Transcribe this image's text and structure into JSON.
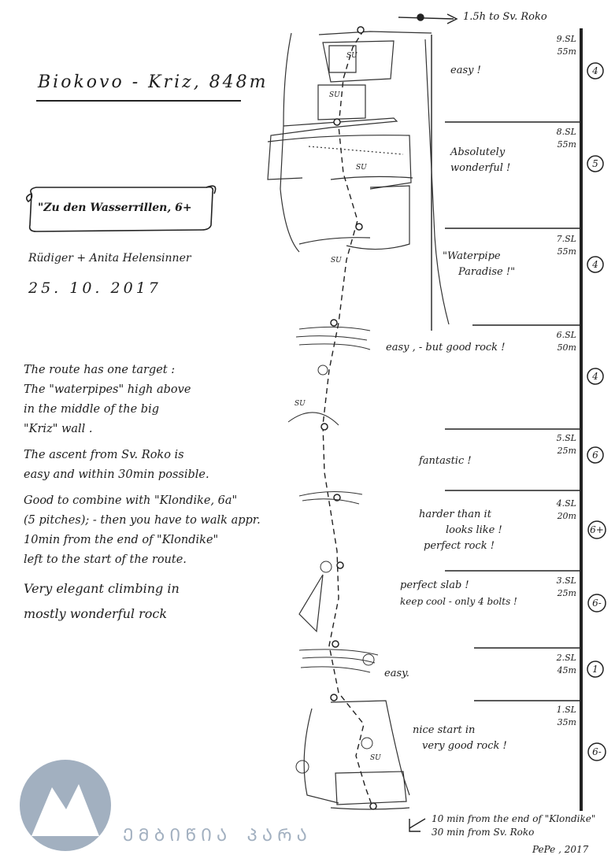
{
  "title": "Biokovo - Kriz, 848m",
  "route_name": "\"Zu den Wasserrillen, 6+",
  "authors": "Rüdiger + Anita Helensinner",
  "date": "25. 10. 2017",
  "description": [
    "The route has one target :",
    "The \"waterpipes\" high above",
    "in the middle of the big",
    "\"Kriz\" wall .",
    "The ascent from Sv. Roko is",
    "easy and within 30min possible.",
    "Good to combine with \"Klondike, 6a\"",
    "(5 pitches); - then you have to walk appr.",
    "10min from the end of \"Klondike\"",
    "left to the start of the route.",
    "Very elegant climbing in",
    "mostly wonderful rock"
  ],
  "top_note": "1.5h to Sv. Roko",
  "pitches": [
    {
      "label": "9.SL",
      "length": "55m",
      "grade": "4",
      "comment": [
        "easy !"
      ]
    },
    {
      "label": "8.SL",
      "length": "55m",
      "grade": "5",
      "comment": [
        "Absolutely",
        "wonderful !"
      ]
    },
    {
      "label": "7.SL",
      "length": "55m",
      "grade": "4",
      "comment": [
        "\"Waterpipe",
        "Paradise !\""
      ]
    },
    {
      "label": "6.SL",
      "length": "50m",
      "grade": "4",
      "comment": [
        "easy , - but good rock !"
      ]
    },
    {
      "label": "5.SL",
      "length": "25m",
      "grade": "6",
      "comment": [
        "fantastic !"
      ]
    },
    {
      "label": "4.SL",
      "length": "20m",
      "grade": "6+",
      "comment": [
        "harder than it",
        "looks like !",
        "perfect rock !"
      ]
    },
    {
      "label": "3.SL",
      "length": "25m",
      "grade": "6-",
      "comment": [
        "perfect slab !",
        "keep cool - only 4 bolts !"
      ]
    },
    {
      "label": "2.SL",
      "length": "45m",
      "grade": "1",
      "comment": [
        "easy."
      ]
    },
    {
      "label": "1.SL",
      "length": "35m",
      "grade": "6-",
      "comment": [
        "nice start in",
        "very good rock !"
      ]
    }
  ],
  "bottom_note": [
    "10 min from the end of \"Klondike\"",
    "30 min from Sv. Roko"
  ],
  "signature": "PePe , 2017",
  "anchor_label": "SU",
  "watermark": "ᲔᲛᲑᲘᲬᲘᲐ ᲞᲐᲠᲐ"
}
